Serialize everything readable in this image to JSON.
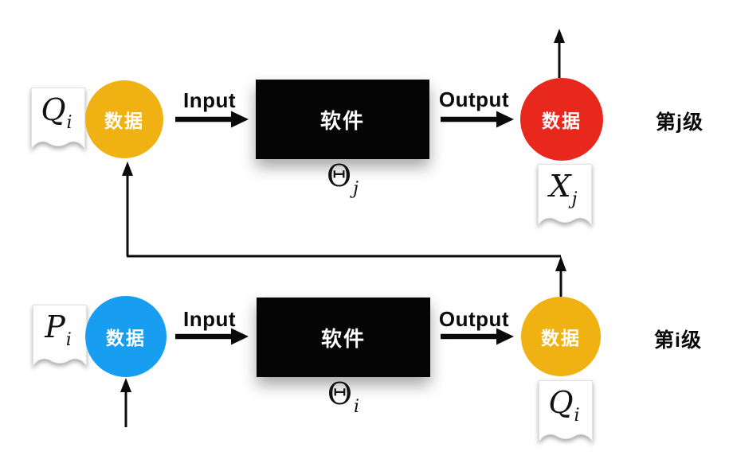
{
  "colors": {
    "node_yellow": "#F0B213",
    "node_red": "#E9281D",
    "node_blue": "#189EF0",
    "process_black": "#050505",
    "line_black": "#0B0B0B",
    "paper_white": "#FEFEFE"
  },
  "levels": [
    {
      "name": "level-j",
      "tier_label": "第j级",
      "input_tag": {
        "symbol": "Q",
        "subscript": "i"
      },
      "input_node_label": "数据",
      "input_arrow_label": "Input",
      "software_label": "软件",
      "param": {
        "symbol": "Θ",
        "subscript": "j"
      },
      "output_arrow_label": "Output",
      "output_node_label": "数据",
      "output_tag": {
        "symbol": "X",
        "subscript": "j"
      }
    },
    {
      "name": "level-i",
      "tier_label": "第i级",
      "input_tag": {
        "symbol": "P",
        "subscript": "i"
      },
      "input_node_label": "数据",
      "input_arrow_label": "Input",
      "software_label": "软件",
      "param": {
        "symbol": "Θ",
        "subscript": "i"
      },
      "output_arrow_label": "Output",
      "output_node_label": "数据",
      "output_tag": {
        "symbol": "Q",
        "subscript": "i"
      }
    }
  ]
}
